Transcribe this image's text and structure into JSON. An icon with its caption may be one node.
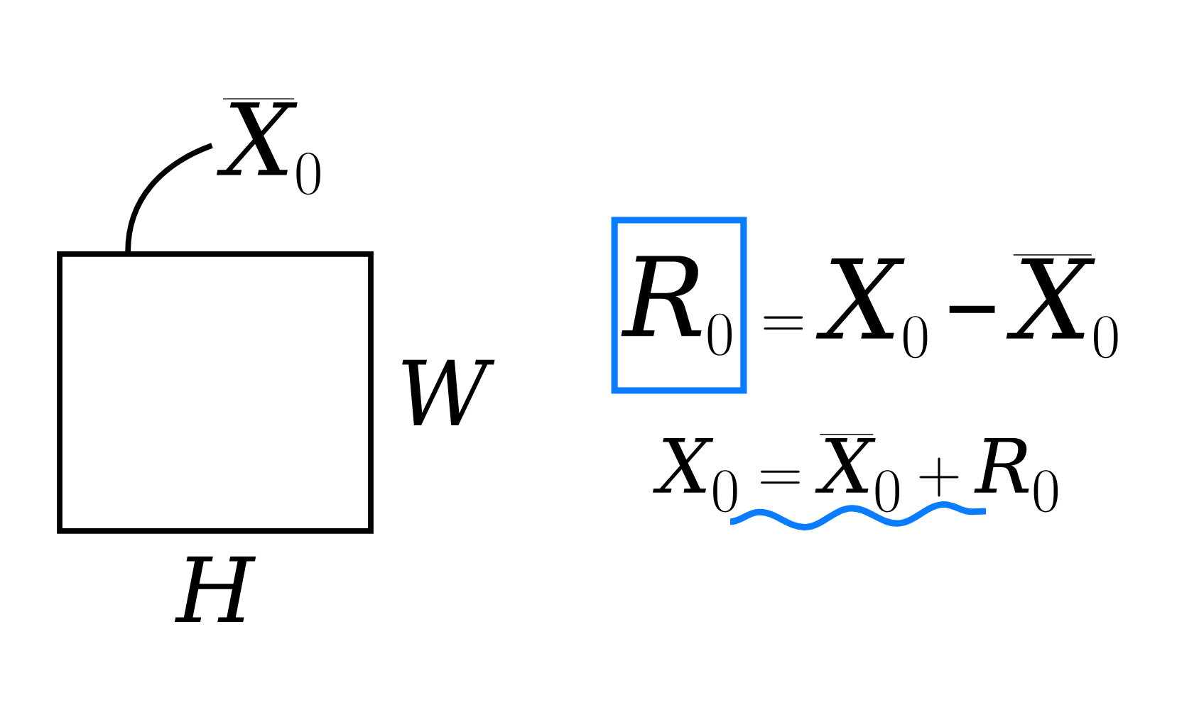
{
  "diagram": {
    "nodes": [
      {
        "text": [
          "\\overline{X}_0"
        ]
      },
      {
        "text": [],
        "shape": "box",
        "beside": [
          "W",
          "H"
        ]
      },
      {
        "text": [
          "R_0"
        ]
      }
    ],
    "edges": [
      {
        "from": 0,
        "to": 1,
        "arrow": "none"
      }
    ],
    "labels": [
      "= X_0 - \\overline{X}_0",
      "X_0 = \\overline{X}_0 + R_0"
    ]
  }
}
